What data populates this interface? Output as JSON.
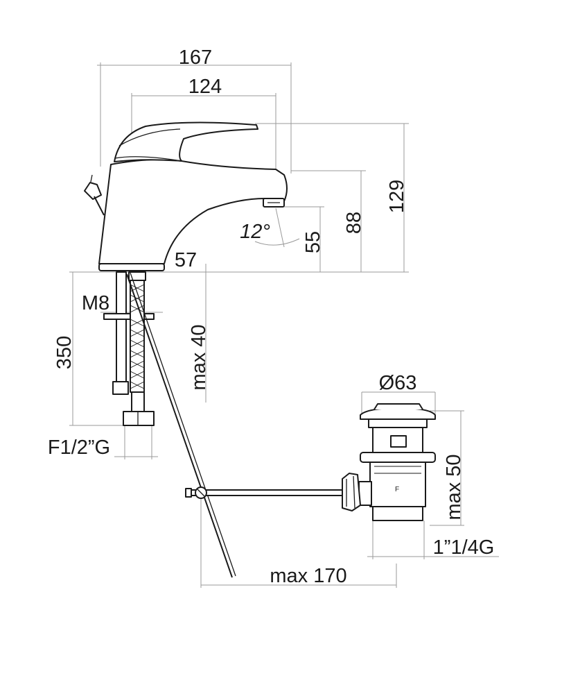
{
  "dimensions": {
    "overall_width": "167",
    "body_width": "124",
    "total_height": "129",
    "spout_height": "88",
    "outlet_clearance": "55",
    "spout_angle": "12°",
    "base_offset": "57",
    "thread_rod": "M8",
    "hose_length": "350",
    "max_deck_thickness": "max 40",
    "hose_connection": "F1/2”G",
    "waste_diameter": "Ø63",
    "max_waste_depth": "max 50",
    "waste_thread": "1”1/4G",
    "max_rod_length": "max 170"
  },
  "colors": {
    "line": "#1a1a1a",
    "dimension_line": "#9a9a9a",
    "background": "#ffffff"
  }
}
